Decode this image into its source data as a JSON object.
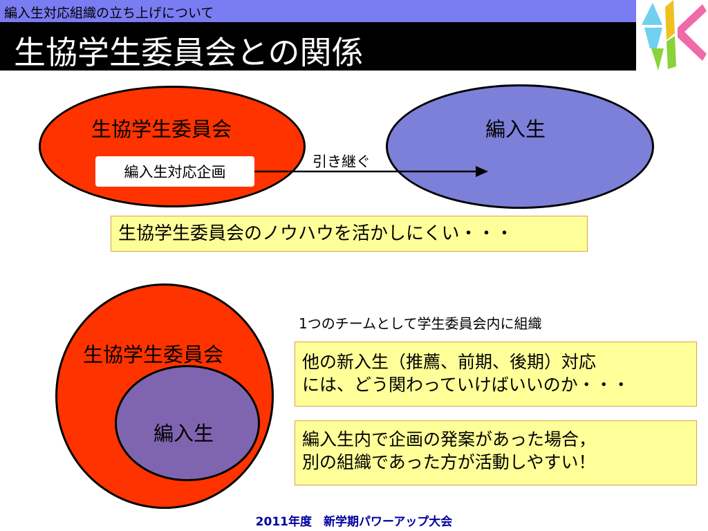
{
  "header": {
    "subtitle": "編入生対応組織の立ち上げについて",
    "title": "生協学生委員会との関係"
  },
  "diagram_top": {
    "left_circle_label": "生協学生委員会",
    "inner_box_label": "編入生対応企画",
    "arrow_label": "引き継ぐ",
    "right_circle_label": "編入生",
    "note": "生協学生委員会のノウハウを活かしにくい・・・"
  },
  "diagram_bottom": {
    "outer_circle_label": "生協学生委員会",
    "inner_circle_label": "編入生",
    "caption": "1つのチームとして学生委員会内に組織",
    "note1_line1": "他の新入生（推薦、前期、後期）対応",
    "note1_line2": "には、どう関わっていけばいいのか・・・",
    "note2_line1": "編入生内で企画の発案があった場合，",
    "note2_line2": "別の組織であった方が活動しやすい！"
  },
  "footer": {
    "text": "2011年度　新学期パワーアップ大会"
  },
  "colors": {
    "subtitle_bar": "#7a7cf2",
    "title_bar": "#000000",
    "red_circle": "#ff3300",
    "blue_circle": "#7c80d8",
    "purple_circle": "#7f65b0",
    "note_fill": "#ffff99",
    "footer_text": "#0000a0"
  },
  "logo": {
    "icon": "ak-logo-icon"
  }
}
